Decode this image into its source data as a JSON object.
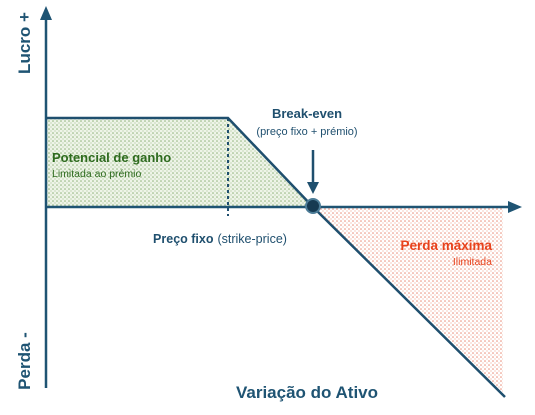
{
  "axes": {
    "y_top_label": "Lucro +",
    "y_bottom_label": "Perda -",
    "x_label": "Variação do Ativo"
  },
  "annotations": {
    "gain_title": "Potencial de ganho",
    "gain_subtitle": "Limitada ao prémio",
    "breakeven_title": "Break-even",
    "breakeven_subtitle": "(preço fixo + prémio)",
    "strike_bold": "Preço fixo",
    "strike_normal": "(strike-price)",
    "loss_title": "Perda máxima",
    "loss_subtitle": "Ilimitada"
  },
  "colors": {
    "axis": "#1f5473",
    "payoff_line": "#1f4f6e",
    "gain_fill": "#d9e7cf",
    "gain_text": "#2e6b1f",
    "loss_fill": "#f6c9c0",
    "loss_text": "#e8421c",
    "breakeven_point": "#163a52"
  }
}
